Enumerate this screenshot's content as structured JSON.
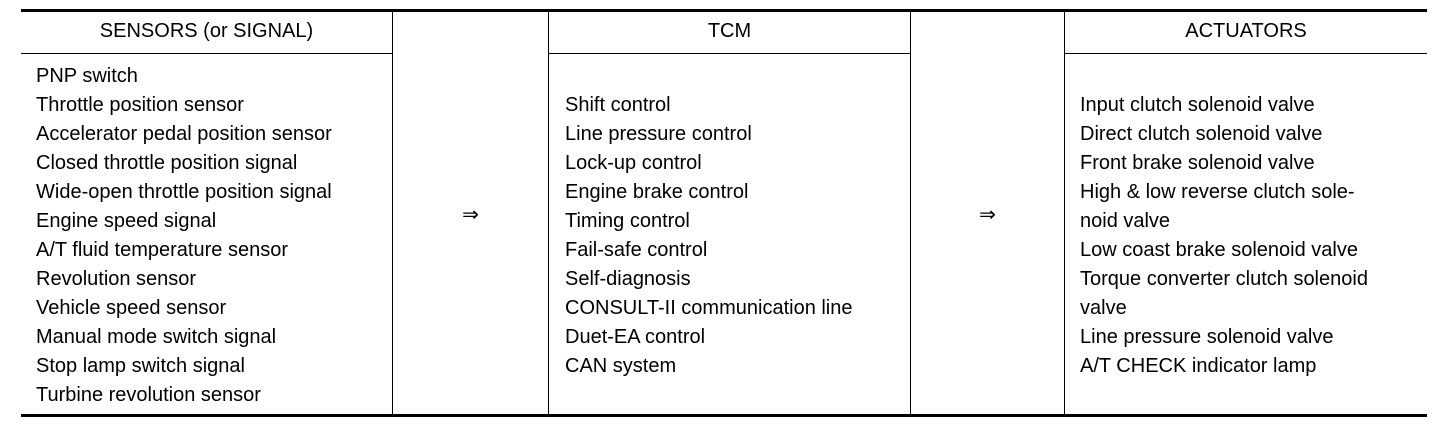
{
  "sensors": {
    "header": "SENSORS (or SIGNAL)",
    "items": [
      "PNP switch",
      "Throttle position sensor",
      "Accelerator pedal position sensor",
      "Closed throttle position signal",
      "Wide-open throttle position signal",
      "Engine speed signal",
      "A/T fluid temperature sensor",
      "Revolution sensor",
      "Vehicle speed sensor",
      "Manual mode switch signal",
      "Stop lamp switch signal",
      "Turbine revolution sensor"
    ]
  },
  "arrows": {
    "first": "⇒",
    "second": "⇒"
  },
  "tcm": {
    "header": "TCM",
    "items": [
      "Shift control",
      "Line pressure control",
      "Lock-up control",
      "Engine brake control",
      "Timing control",
      "Fail-safe control",
      "Self-diagnosis",
      "CONSULT-II communication line",
      "Duet-EA control",
      "CAN system"
    ]
  },
  "actuators": {
    "header": "ACTUATORS",
    "items": [
      "Input clutch solenoid valve",
      "Direct clutch solenoid valve",
      "Front brake solenoid valve",
      "High & low reverse clutch sole-",
      "noid valve",
      "Low coast brake solenoid valve",
      "Torque converter clutch solenoid",
      "valve",
      "Line pressure solenoid valve",
      "A/T CHECK indicator lamp"
    ]
  }
}
